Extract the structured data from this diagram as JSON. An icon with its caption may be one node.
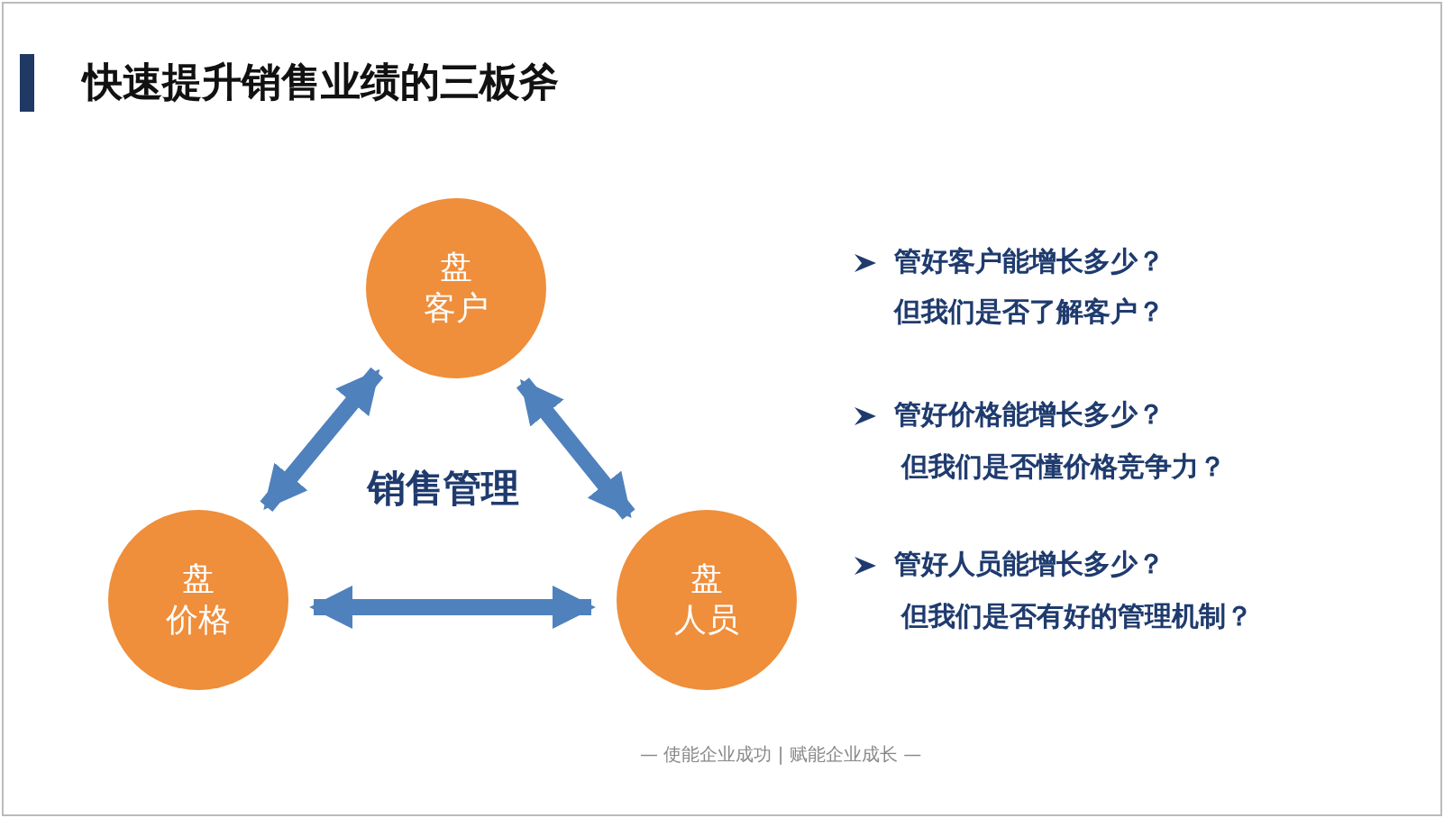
{
  "diagram": {
    "title": "快速提升销售业绩的三板斧",
    "nodes": [
      {
        "text": [
          "盘",
          "客户"
        ]
      },
      {
        "text": [
          "盘",
          "价格"
        ]
      },
      {
        "text": [
          "盘",
          "人员"
        ]
      }
    ],
    "edges": [
      {
        "from": 0,
        "to": 1,
        "arrow": "both"
      },
      {
        "from": 0,
        "to": 2,
        "arrow": "both"
      },
      {
        "from": 1,
        "to": 2,
        "arrow": "both"
      }
    ],
    "labels": [
      "销售管理",
      "管好客户能增长多少？",
      "但我们是否了解客户？",
      "管好价格能增长多少？",
      "但我们是否懂价格竞争力？",
      "管好人员能增长多少？",
      "但我们是否有好的管理机制？",
      "— 使能企业成功 | 赋能企业成长 —"
    ]
  }
}
